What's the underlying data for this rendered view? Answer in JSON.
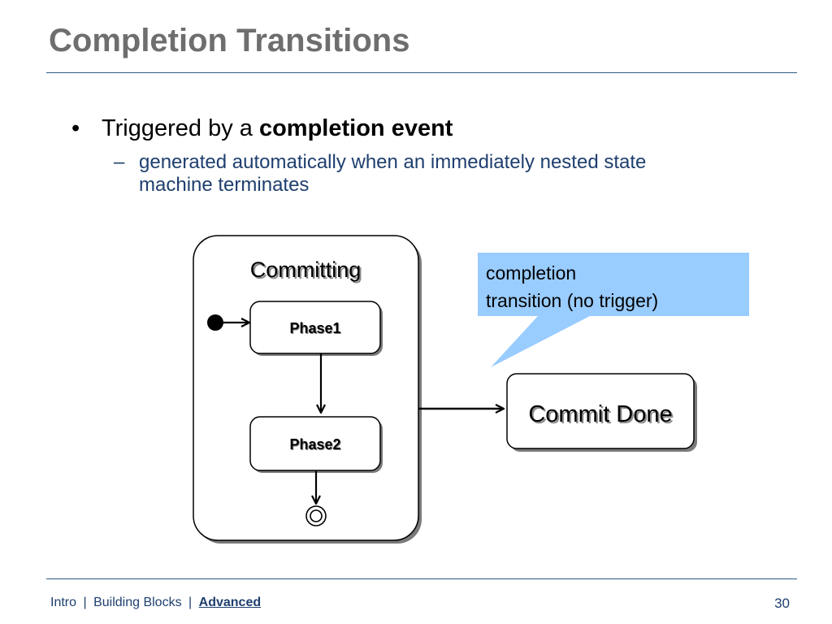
{
  "slide": {
    "title": "Completion Transitions"
  },
  "bullets": [
    {
      "marker": "•",
      "text_prefix": "Triggered by a ",
      "text_bold": "completion event",
      "sub": {
        "marker": "–",
        "text": "generated automatically when an immediately nested state machine terminates"
      }
    }
  ],
  "diagram": {
    "composite_state": {
      "name": "Committing"
    },
    "substates": [
      {
        "name": "Phase1"
      },
      {
        "name": "Phase2"
      }
    ],
    "target_state": {
      "name": "Commit Done"
    },
    "callout": {
      "line1": "completion",
      "line2": "transition (no trigger)",
      "fill": "#99ccff"
    }
  },
  "footer": {
    "items": [
      "Intro",
      "Building Blocks",
      "Advanced"
    ],
    "active": "Advanced",
    "separator": "|",
    "page_number": "30"
  },
  "colors": {
    "title": "#6e6e6e",
    "rule": "#2b5b86",
    "subtext": "#1e3f6e",
    "callout_fill": "#99ccff"
  }
}
